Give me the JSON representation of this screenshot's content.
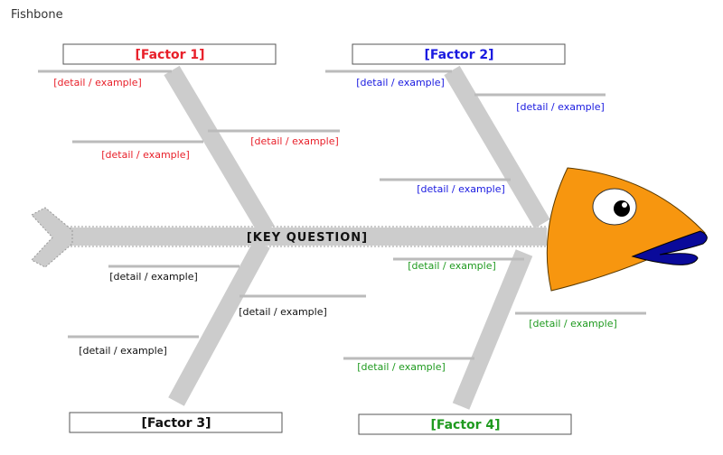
{
  "title": "Fishbone",
  "key_question": "[KEY QUESTION]",
  "factors": [
    {
      "label": "[Factor 1]",
      "color": "#e8202a",
      "details": [
        "[detail / example]",
        "[detail / example]",
        "[detail / example]"
      ]
    },
    {
      "label": "[Factor 2]",
      "color": "#1a1ae0",
      "details": [
        "[detail / example]",
        "[detail / example]",
        "[detail / example]"
      ]
    },
    {
      "label": "[Factor 3]",
      "color": "#111111",
      "details": [
        "[detail / example]",
        "[detail / example]",
        "[detail / example]"
      ]
    },
    {
      "label": "[Factor 4]",
      "color": "#1f9a1f",
      "details": [
        "[detail / example]",
        "[detail / example]",
        "[detail / example]"
      ]
    }
  ],
  "colors": {
    "head": "#f7960f",
    "lips": "#0a0a9a"
  }
}
